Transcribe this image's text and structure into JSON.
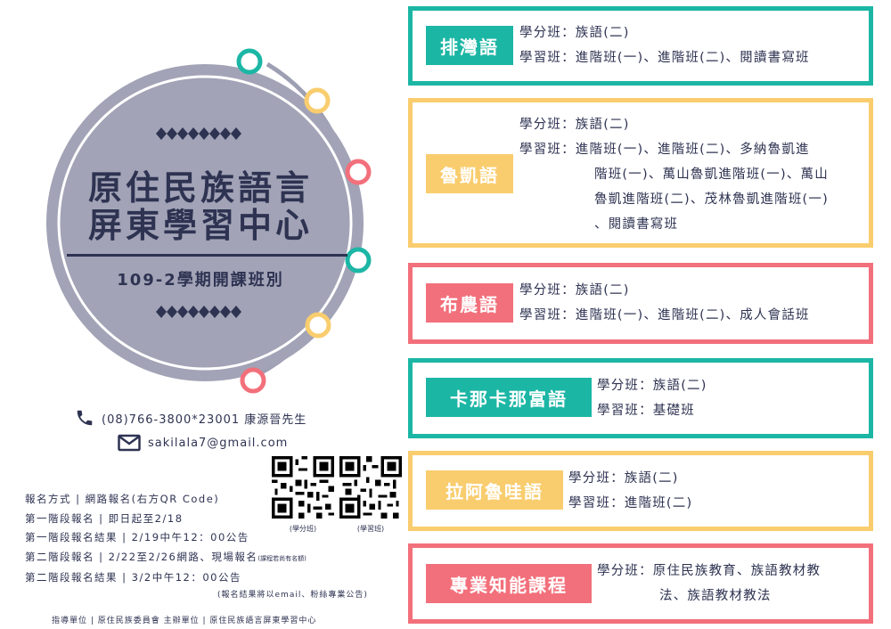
{
  "center": {
    "title_line1": "原住民族語言",
    "title_line2": "屏東學習中心",
    "subtitle": "109-2學期開課班別"
  },
  "contact": {
    "phone": "(08)766-3800*23001 康源晉先生",
    "email": "sakilala7@gmail.com"
  },
  "qr": {
    "credit_caption": "(學分班)",
    "study_caption": "(學習班)"
  },
  "signup": {
    "lines": [
      "報名方式 | 網路報名(右方QR Code)",
      "第一階段報名 | 即日起至2/18",
      "第一階段報名結果 | 2/19中午12：00公告",
      "第二階段報名 | 2/22至2/26網路、現場報名",
      "第二階段報名結果 | 3/2中午12：00公告"
    ],
    "line4_note": "(課程若尚有名額)",
    "notice": "(報名結果將以email、粉絲專業公告)"
  },
  "footer": "指導單位 | 原住民族委員會   主辦單位 | 原住民族語言屏東學習中心",
  "colors": {
    "teal": "#1cb6a5",
    "yellow": "#f9cd6e",
    "red": "#f2707b",
    "navy": "#2e3352",
    "gray": "#9d9fb3"
  },
  "cards": [
    {
      "label": "排灣語",
      "lines": [
        "學分班：族語(二)",
        "學習班：進階班(一)、進階班(二)、閱讀書寫班"
      ]
    },
    {
      "label": "魯凱語",
      "lines": [
        "學分班：族語(二)",
        "學習班：進階班(一)、進階班(二)、多納魯凱進",
        "階班(一)、萬山魯凱進階班(一)、萬山",
        "魯凱進階班(二)、茂林魯凱進階班(一)",
        "、閱讀書寫班"
      ]
    },
    {
      "label": "布農語",
      "lines": [
        "學分班：族語(二)",
        "學習班：進階班(一)、進階班(二)、成人會話班"
      ]
    },
    {
      "label": "卡那卡那富語",
      "lines": [
        "學分班：族語(二)",
        "學習班：基礎班"
      ]
    },
    {
      "label": "拉阿魯哇語",
      "lines": [
        "學分班：族語(二)",
        "學習班：進階班(二)"
      ]
    },
    {
      "label": "專業知能課程",
      "lines": [
        "學分班：原住民族教育、族語教材教",
        "法、族語教材教法"
      ]
    }
  ]
}
